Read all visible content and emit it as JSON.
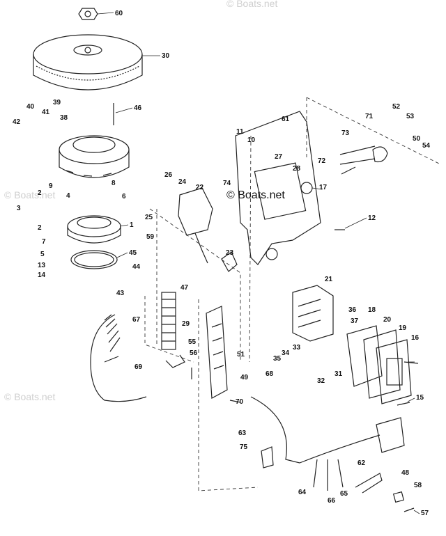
{
  "watermark": {
    "main": "© Boats.net",
    "faint": "© Boats.net"
  },
  "labels": [
    "60",
    "30",
    "39",
    "40",
    "41",
    "38",
    "42",
    "46",
    "9",
    "8",
    "4",
    "6",
    "3",
    "2",
    "2",
    "7",
    "5",
    "13",
    "1",
    "45",
    "44",
    "14",
    "43",
    "26",
    "24",
    "22",
    "25",
    "59",
    "23",
    "47",
    "29",
    "55",
    "56",
    "67",
    "69",
    "51",
    "49",
    "11",
    "10",
    "61",
    "27",
    "28",
    "74",
    "17",
    "71",
    "73",
    "72",
    "52",
    "53",
    "50",
    "54",
    "12",
    "21",
    "36",
    "37",
    "18",
    "20",
    "19",
    "16",
    "33",
    "34",
    "35",
    "32",
    "31",
    "15",
    "68",
    "70",
    "63",
    "75",
    "62",
    "48",
    "64",
    "66",
    "65",
    "58",
    "57"
  ]
}
